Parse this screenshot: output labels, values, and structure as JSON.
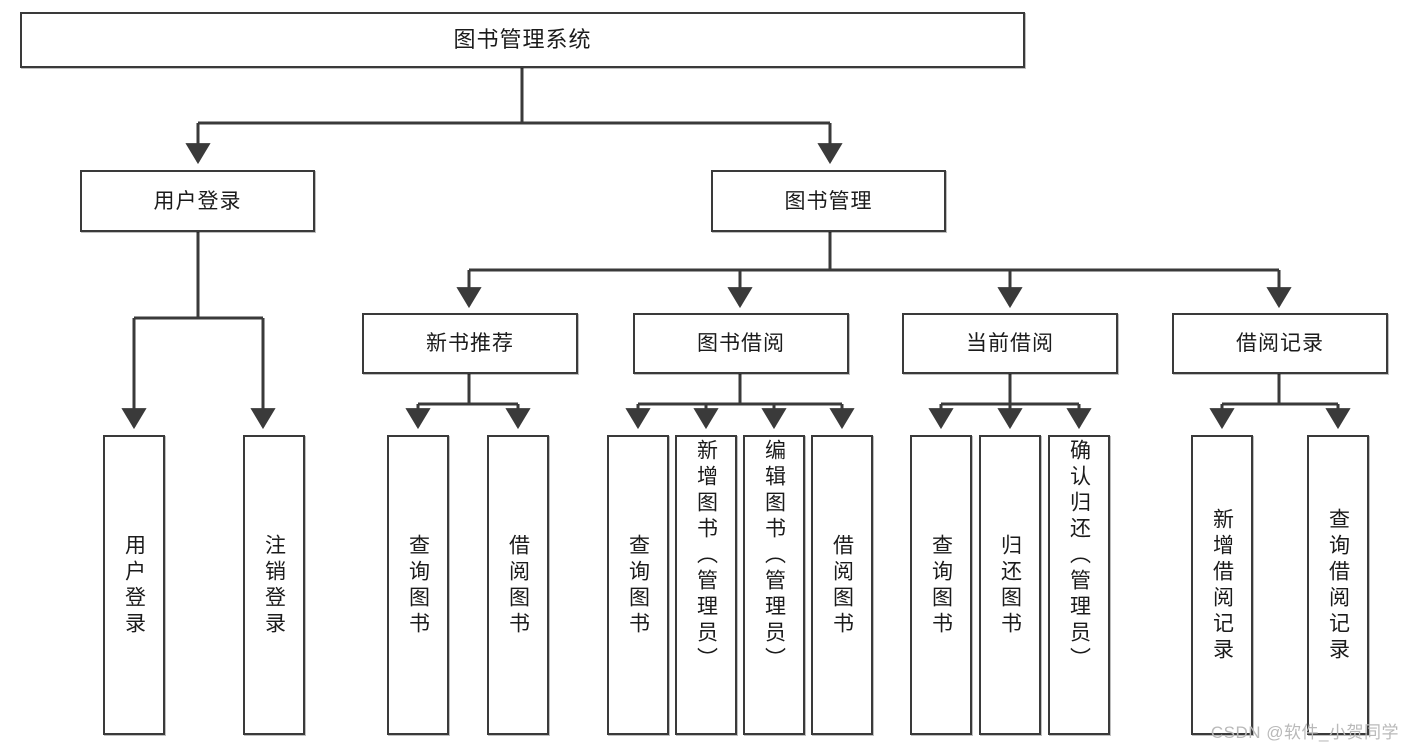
{
  "diagram": {
    "title": "图书管理系统",
    "type": "tree-hierarchy-diagram",
    "root": {
      "label": "图书管理系统"
    },
    "level2": [
      {
        "label": "用户登录"
      },
      {
        "label": "图书管理"
      }
    ],
    "level3": [
      {
        "label": "新书推荐"
      },
      {
        "label": "图书借阅"
      },
      {
        "label": "当前借阅"
      },
      {
        "label": "借阅记录"
      }
    ],
    "leaves": {
      "user_login": [
        {
          "label": "用户登录"
        },
        {
          "label": "注销登录"
        }
      ],
      "new_book_recommend": [
        {
          "label": "查询图书"
        },
        {
          "label": "借阅图书"
        }
      ],
      "book_borrow": [
        {
          "label": "查询图书"
        },
        {
          "label": "新增图书（管理员）"
        },
        {
          "label": "编辑图书（管理员）"
        },
        {
          "label": "借阅图书"
        }
      ],
      "current_borrow": [
        {
          "label": "查询图书"
        },
        {
          "label": "归还图书"
        },
        {
          "label": "确认归还（管理员）"
        }
      ],
      "borrow_record": [
        {
          "label": "新增借阅记录"
        },
        {
          "label": "查询借阅记录"
        }
      ]
    },
    "watermark": "CSDN @软件_小贺同学",
    "colors": {
      "stroke": "#3a3a3a",
      "box_fill": "#ffffff",
      "text": "#1b1b1b",
      "watermark": "#b9b9b9",
      "background": "#ffffff"
    }
  }
}
